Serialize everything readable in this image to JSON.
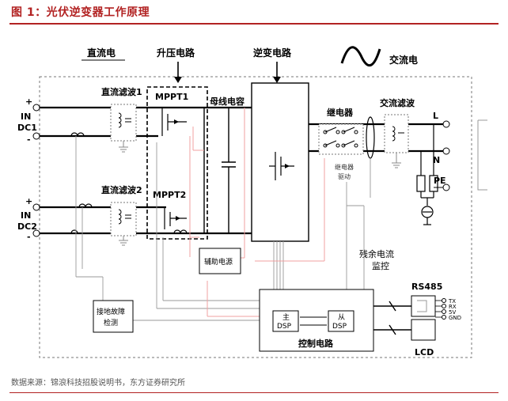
{
  "figure": {
    "title": "图 1：光伏逆变器工作原理",
    "source": "数据来源：锦浪科技招股说明书，东方证券研究所",
    "colors": {
      "accent": "#b22222",
      "pink": "#f0a0a0",
      "line": "#000000",
      "gray": "#888888"
    }
  },
  "diagram": {
    "top_labels": {
      "dc": "直流电",
      "boost": "升压电路",
      "inverter": "逆变电路",
      "ac": "交流电"
    },
    "inputs": {
      "dc1": {
        "plus": "+",
        "minus": "-",
        "name1": "IN",
        "name2": "DC1"
      },
      "dc2": {
        "plus": "+",
        "minus": "-",
        "name1": "IN",
        "name2": "DC2"
      }
    },
    "blocks": {
      "dc_filter1": "直流滤波1",
      "dc_filter2": "直流滤波2",
      "mppt1": "MPPT1",
      "mppt2": "MPPT2",
      "bus_cap": "母线电容",
      "relay": "继电器",
      "relay_drive": [
        "继电器",
        "驱动"
      ],
      "ac_filter": "交流滤波",
      "residual": [
        "残余电流",
        "监控"
      ],
      "aux_power": "辅助电源",
      "ground_fault": [
        "接地故障",
        "检测"
      ],
      "main_dsp": [
        "主",
        "DSP"
      ],
      "slave_dsp": [
        "从",
        "DSP"
      ],
      "control": "控制电路",
      "rs485": "RS485",
      "rs485_pins": [
        "TX",
        "RX",
        "5V",
        "GND"
      ],
      "lcd": "LCD"
    },
    "outputs": {
      "l": "L",
      "n": "N",
      "pe": "PE"
    }
  }
}
